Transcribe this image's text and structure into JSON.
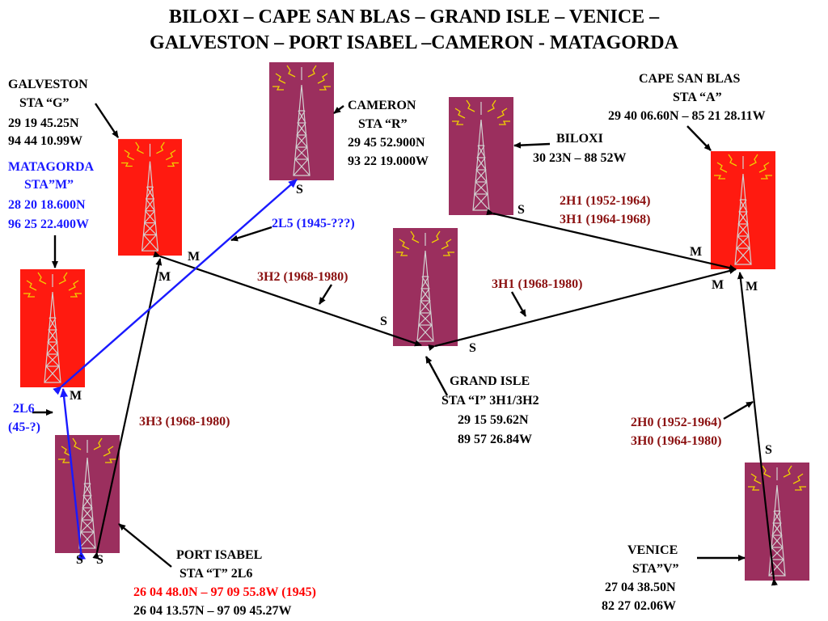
{
  "title": {
    "line1": "BILOXI – CAPE SAN BLAS – GRAND ISLE – VENICE –",
    "line2": "GALVESTON – PORT ISABEL –CAMERON - MATAGORDA"
  },
  "colors": {
    "tower_purple": "#9b2f5e",
    "tower_red": "#ff1a10",
    "tower_lines": "#c8c8c8",
    "blue_link": "#1a1aff",
    "dark_red_text": "#8b1010",
    "red_text": "#ff0000"
  },
  "stations": {
    "galveston": {
      "name": "GALVESTON",
      "sta": "STA “G”",
      "lat": "29 19 45.25N",
      "lon": "94 44 10.99W"
    },
    "matagorda": {
      "name": "MATAGORDA",
      "sta": "STA”M”",
      "lat": "28 20 18.600N",
      "lon": "96 25 22.400W"
    },
    "cameron": {
      "name": "CAMERON",
      "sta": "STA “R”",
      "lat": "29 45 52.900N",
      "lon": "93 22 19.000W"
    },
    "biloxi": {
      "name": "BILOXI",
      "coords": "30 23N – 88 52W"
    },
    "cape_san_blas": {
      "name": "CAPE SAN BLAS",
      "sta": "STA “A”",
      "coords": "29 40 06.60N – 85 21 28.11W"
    },
    "grand_isle": {
      "name": "GRAND ISLE",
      "sta": "STA “I” 3H1/3H2",
      "lat": "29 15 59.62N",
      "lon": "89 57 26.84W"
    },
    "port_isabel": {
      "name": "PORT ISABEL",
      "sta": "STA “T” 2L6",
      "coords_1945": "26 04 48.0N – 97 09 55.8W (1945)",
      "coords": "26 04 13.57N – 97 09 45.27W"
    },
    "venice": {
      "name": "VENICE",
      "sta": "STA”V”",
      "lat": "27 04 38.50N",
      "lon": "82 27 02.06W"
    }
  },
  "links": {
    "l2l5": "2L5 (1945-???)",
    "l3h2": "3H2 (1968-1980)",
    "l3h1": "3H1 (1968-1980)",
    "l2h1a": "2H1 (1952-1964)",
    "l2h1b": "3H1 (1964-1968)",
    "l3h3": "3H3 (1968-1980)",
    "l2h0a": "2H0 (1952-1964)",
    "l2h0b": "3H0 (1964-1980)",
    "l2l6a": "2L6",
    "l2l6b": "(45-?)"
  },
  "role_labels": {
    "slave": "S",
    "master": "M"
  }
}
